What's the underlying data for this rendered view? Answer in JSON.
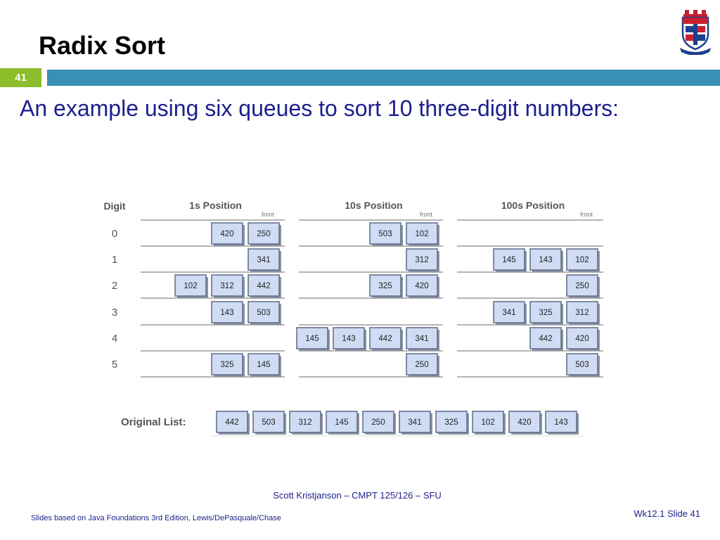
{
  "slide": {
    "title": "Radix Sort",
    "number": "41",
    "subtitle": "An example using six queues to sort 10 three-digit numbers:"
  },
  "colors": {
    "accent_green": "#8cbd2a",
    "header_blue": "#3a8fb5",
    "text_navy": "#1c1f8c",
    "box_fill": "#cfdcf4",
    "box_border": "#5d6a86",
    "box_shadow": "#8c93a3"
  },
  "icons": {
    "crest": "university-crest-icon"
  },
  "diagram": {
    "digit_header": "Digit",
    "front_label": "front",
    "digits": [
      "0",
      "1",
      "2",
      "3",
      "4",
      "5"
    ],
    "groups": [
      {
        "header": "1s Position",
        "queues": [
          [
            "420",
            "250"
          ],
          [
            "341"
          ],
          [
            "102",
            "312",
            "442"
          ],
          [
            "143",
            "503"
          ],
          [],
          [
            "325",
            "145"
          ]
        ]
      },
      {
        "header": "10s Position",
        "queues": [
          [
            "503",
            "102"
          ],
          [
            "312"
          ],
          [
            "325",
            "420"
          ],
          [],
          [
            "145",
            "143",
            "442",
            "341"
          ],
          [
            "250"
          ]
        ]
      },
      {
        "header": "100s Position",
        "queues": [
          [],
          [
            "145",
            "143",
            "102"
          ],
          [
            "250"
          ],
          [
            "341",
            "325",
            "312"
          ],
          [
            "442",
            "420"
          ],
          [
            "503"
          ]
        ]
      }
    ],
    "original_label": "Original List:",
    "original_list": [
      "442",
      "503",
      "312",
      "145",
      "250",
      "341",
      "325",
      "102",
      "420",
      "143"
    ]
  },
  "footer": {
    "center": "Scott Kristjanson – CMPT 125/126 – SFU",
    "left": "Slides based on Java Foundations 3rd Edition, Lewis/DePasquale/Chase",
    "right": "Wk12.1 Slide 41"
  }
}
